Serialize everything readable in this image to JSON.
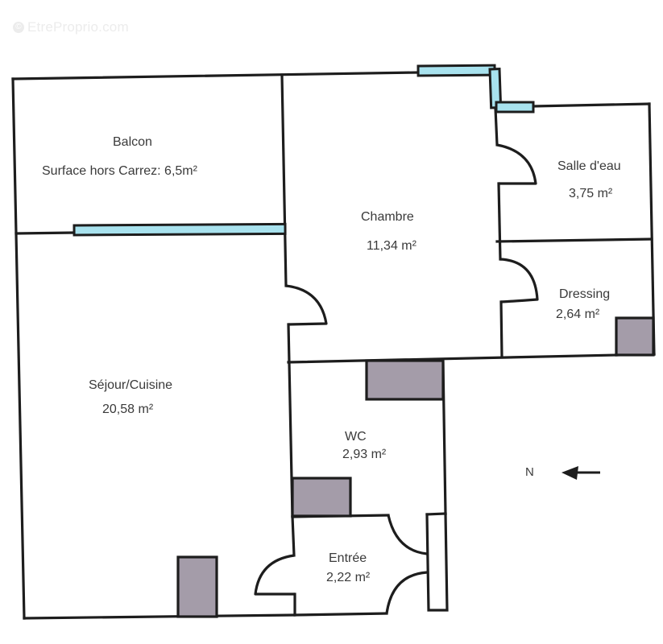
{
  "watermark": {
    "icon": "copyright-icon",
    "text": "EtreProprio.com"
  },
  "rooms": [
    {
      "id": "balcon",
      "name": "Balcon",
      "area": "Surface hors Carrez: 6,5m²"
    },
    {
      "id": "chambre",
      "name": "Chambre",
      "area": "11,34  m²"
    },
    {
      "id": "salle-deau",
      "name": "Salle d'eau",
      "area": "3,75  m²"
    },
    {
      "id": "dressing",
      "name": "Dressing",
      "area": "2,64  m²"
    },
    {
      "id": "sejour",
      "name": "Séjour/Cuisine",
      "area": "20,58  m²"
    },
    {
      "id": "wc",
      "name": "WC",
      "area": "2,93  m²"
    },
    {
      "id": "entree",
      "name": "Entrée",
      "area": "2,22  m²"
    }
  ],
  "compass": {
    "label": "N",
    "arrow": "arrow-left-icon"
  },
  "colors": {
    "wall": "#1d1d1d",
    "window": "#a8e2ee",
    "duct": "#a49ca9",
    "text": "#3a3a3a",
    "background": "#ffffff"
  }
}
